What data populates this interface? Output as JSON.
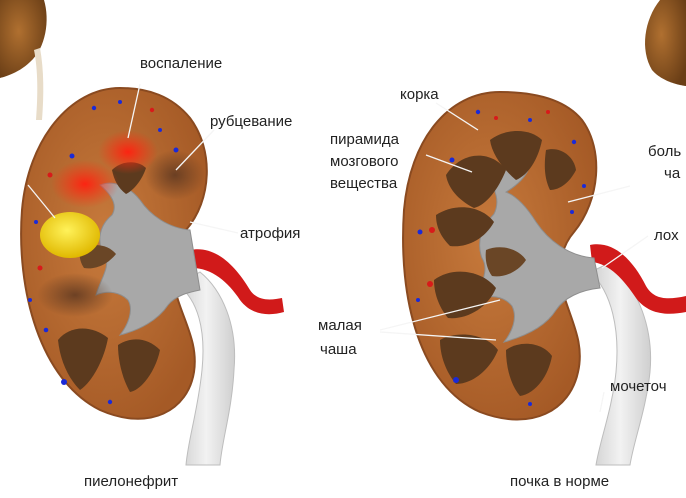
{
  "colors": {
    "cortex": "#b86a32",
    "cortex_edge": "#7a4420",
    "pyramid": "#5c3a1e",
    "sinus": "#9a9a9a",
    "artery": "#d11a1a",
    "ureter": "#e3e3e3",
    "inflammation": "#ff2a10",
    "abscess": "#f2d21a"
  },
  "left_kidney": {
    "caption": "пиелонефрит",
    "labels": {
      "inflammation": "воспаление",
      "scarring": "рубцевание",
      "atrophy": "атрофия"
    }
  },
  "right_kidney": {
    "caption": "почка в норме",
    "labels": {
      "cortex": "корка",
      "pyramid_line1": "пирамида",
      "pyramid_line2": "мозгового",
      "pyramid_line3": "вещества",
      "minor_calyx_line1": "малая",
      "minor_calyx_line2": "чаша",
      "major_calyx_line1": "боль",
      "major_calyx_line2": "ча",
      "pelvis": "лох",
      "ureter": "мочеточ"
    }
  }
}
